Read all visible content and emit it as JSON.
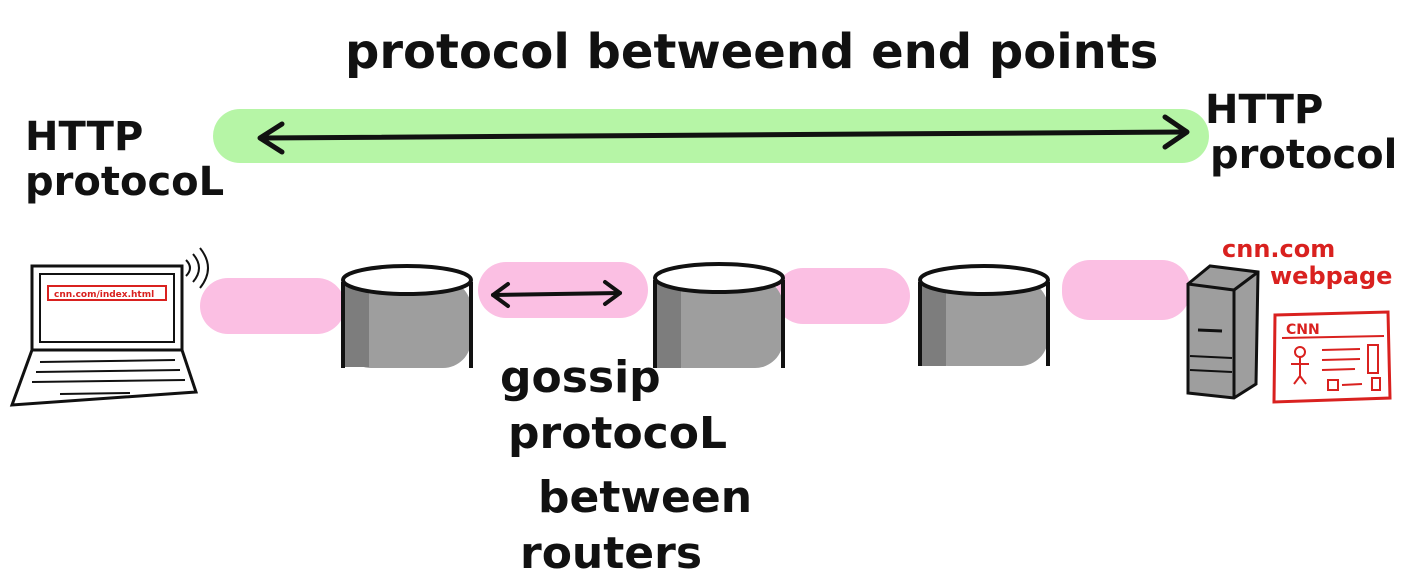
{
  "title": "protocol betweend end points",
  "left_label": {
    "line1": "HTTP",
    "line2": "protocoL"
  },
  "right_label": {
    "line1": "HTTP",
    "line2": "protocol"
  },
  "gossip_label": {
    "line1": "gossip",
    "line2": "protocoL",
    "line3": "between",
    "line4": "routers"
  },
  "laptop": {
    "url": "cnn.com/index.html"
  },
  "server": {
    "line1": "cnn.com",
    "line2": "webpage",
    "page_logo": "CNN"
  },
  "colors": {
    "http_band": "#b6f5a6",
    "link_band": "#fbbfe3",
    "router": "#9e9e9e",
    "accent": "#d9211f"
  }
}
